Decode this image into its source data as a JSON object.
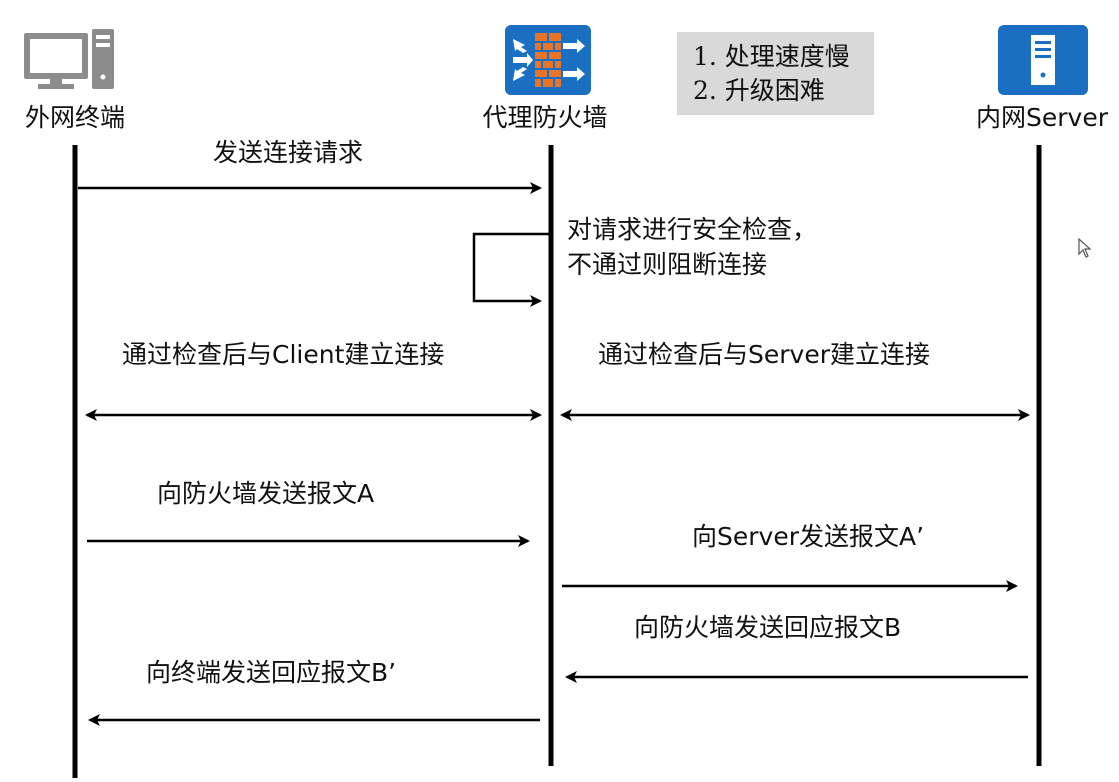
{
  "actors": [
    {
      "id": "terminal",
      "label": "外网终端",
      "icon": "computer-icon"
    },
    {
      "id": "firewall",
      "label": "代理防火墙",
      "icon": "firewall-icon"
    },
    {
      "id": "server",
      "label": "内网Server",
      "icon": "server-icon"
    }
  ],
  "note": {
    "lines": [
      "1. 处理速度慢",
      "2. 升级困难"
    ]
  },
  "messages": {
    "send_request": "发送连接请求",
    "security_check_1": "对请求进行安全检查，",
    "security_check_2": "不通过则阻断连接",
    "connect_client": "通过检查后与Client建立连接",
    "connect_server": "通过检查后与Server建立连接",
    "send_a": "向防火墙发送报文A",
    "send_a_prime": "向Server发送报文A’",
    "reply_b": "向防火墙发送回应报文B",
    "reply_b_prime": "向终端发送回应报文B’"
  },
  "colors": {
    "icon_blue": "#1b6fc2",
    "icon_gray": "#8c8c8c",
    "firewall_brick": "#e8742a",
    "note_bg": "#d9d9d9"
  }
}
